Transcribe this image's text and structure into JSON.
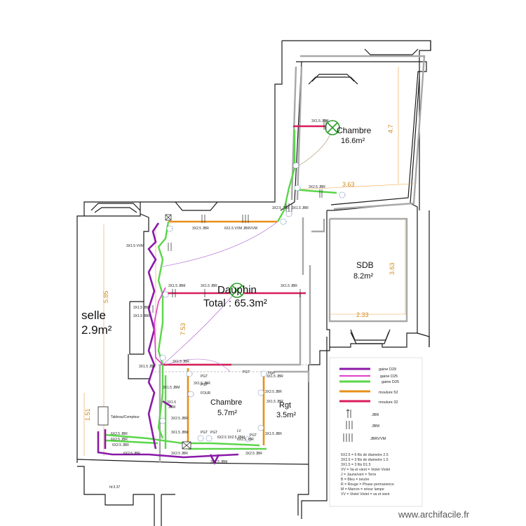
{
  "rooms": {
    "chambre_top": {
      "name": "Chambre",
      "area": "16.6m²"
    },
    "sdb": {
      "name": "SDB",
      "area": "8.2m²"
    },
    "salon": {
      "name": "Dauphin",
      "total": "Total : 65.3m²"
    },
    "left": {
      "name": "selle",
      "area": "2.9m²"
    },
    "chambre_small": {
      "name": "Chambre",
      "area": "5.7m²"
    },
    "rgt": {
      "name": "Rgt",
      "area": "3.5m²"
    }
  },
  "dimensions": {
    "top_width": "3.63",
    "top_height": "4.7",
    "sdb_width": "2.33",
    "sdb_height": "3.63",
    "main_height": "7.53",
    "left_height": "5.85",
    "left_small": "1.51",
    "ht": "ht:3.37"
  },
  "cable_labels": {
    "l1": "3X1.5 JBM",
    "l2": "3X2.5 JBR",
    "l3": "3X2.5 JBR",
    "l4": "3X1.5 JBR",
    "l5": "3X2.5 JBR",
    "l6": "6X1.5 VVM JBRVVM",
    "l7": "3X1.5 VVM",
    "l8": "3X1.5 JBM",
    "l9": "3X1.5 JBR",
    "l10": "3X1.5 JBR",
    "l11": "3X1.5 JBM",
    "l12": "3X1.5 JBR",
    "l13": "3X1.5 JBR",
    "l14": "3X1.5 JBR",
    "l15": "3X1.5 JBM",
    "l16": "6X2.5 JBR",
    "l17": "6X2.5 JBR",
    "l18": "6X2.5 JBR",
    "l19": "3X2.5 JBR",
    "l20": "3X1.5 JBM",
    "l21": "3X2.5 JBR",
    "l22": "3X1.5 JBM",
    "l23": "6X2.5 3X2.5 JBM",
    "l24": "6X2.5 JBR",
    "l25": "3X1.5",
    "l26": "JBM",
    "l27": "6X2.5 JBR",
    "l28": "3X2.5 JBR",
    "l29": "3X2.5 JBR",
    "l30": "3X1.5 JBR",
    "l31": "3X1.5 JBR",
    "l32": "3X1.5 JBR",
    "l33": "3X1.5 JBR"
  },
  "device_labels": {
    "pc1": "PGT",
    "pc2": "PGT",
    "four": "FOUR",
    "lv": "LV",
    "pc3": "PGT",
    "pc4": "PGT",
    "pc5": "PGT",
    "frigo": "frigo",
    "hotte": "PGT"
  },
  "tableau": {
    "label": "Tableau/Compteur"
  },
  "legend": {
    "items": [
      {
        "label": "gaine D29",
        "color": "#8a1aa8"
      },
      {
        "label": "gaine D25",
        "color": "#e040c8"
      },
      {
        "label": "gaine D25",
        "color": "#5ad64a"
      },
      {
        "label": "moulure 52",
        "color": "#e8901a"
      },
      {
        "label": "moulure 32",
        "color": "#d81e5a"
      }
    ],
    "symbols": [
      {
        "label": "JBR"
      },
      {
        "label": "JBM"
      },
      {
        "label": "JBRVVM"
      }
    ],
    "notes": [
      "6X2.5 = 6 fils de diametre 2.5",
      "3X2.5 = 3 fils de diametre 1.5",
      "3X1.5 = 3 fils D1.5",
      "VV = Va et vient = Violet Violet",
      "J = Jaune/vert = Terre",
      "B = Bleu = neutre",
      "R = Rouge = Phase permanence",
      "M = Marron = retour lampe",
      "VV = Violet Violet = va et vient"
    ]
  },
  "watermark": "www.archifacile.fr"
}
